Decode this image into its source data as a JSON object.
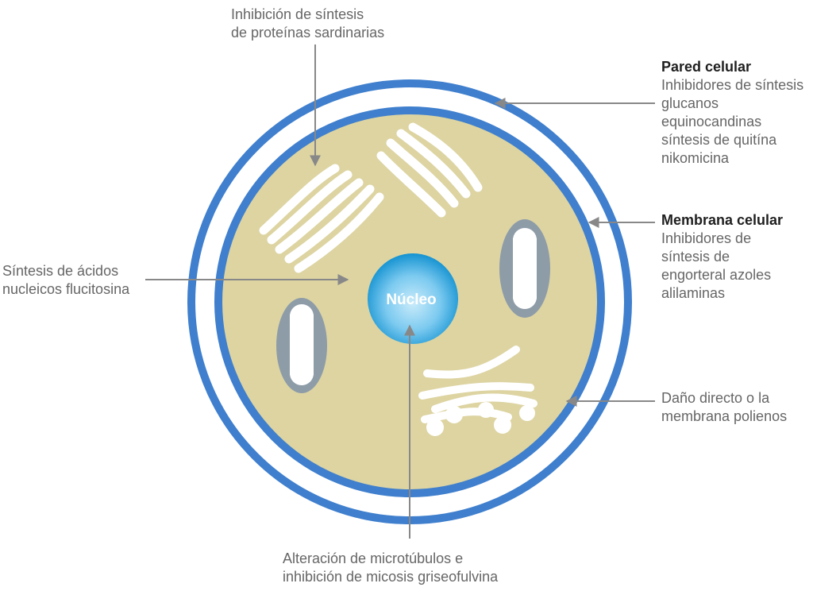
{
  "nucleus_label": "Núcleo",
  "labels": {
    "protein": {
      "lines": [
        "Inhibición de síntesis",
        "de proteínas sardinarias"
      ]
    },
    "wall": {
      "heading": "Pared celular",
      "lines": [
        "Inhibidores de síntesis",
        "glucanos",
        "equinocandinas",
        "síntesis de quitína",
        "nikomicina"
      ]
    },
    "membrane": {
      "heading": "Membrana celular",
      "lines": [
        "Inhibidores de",
        "síntesis de",
        "engorteral azoles",
        "alilaminas"
      ]
    },
    "nucleic": {
      "lines": [
        "Síntesis de ácidos",
        "nucleicos flucitosina"
      ]
    },
    "damage": {
      "lines": [
        "Daño directo o la",
        "membrana polienos"
      ]
    },
    "micro": {
      "lines": [
        "Alteración de microtúbulos e",
        "inhibición de micosis griseofulvina"
      ]
    }
  },
  "colors": {
    "ring": "#3f7fcd",
    "cytoplasm": "#ddd4a2",
    "organelle": "#8e9ca8",
    "arrow": "#888888",
    "nucleus_center": "#bfe4f7",
    "nucleus_edge": "#1593d1"
  }
}
